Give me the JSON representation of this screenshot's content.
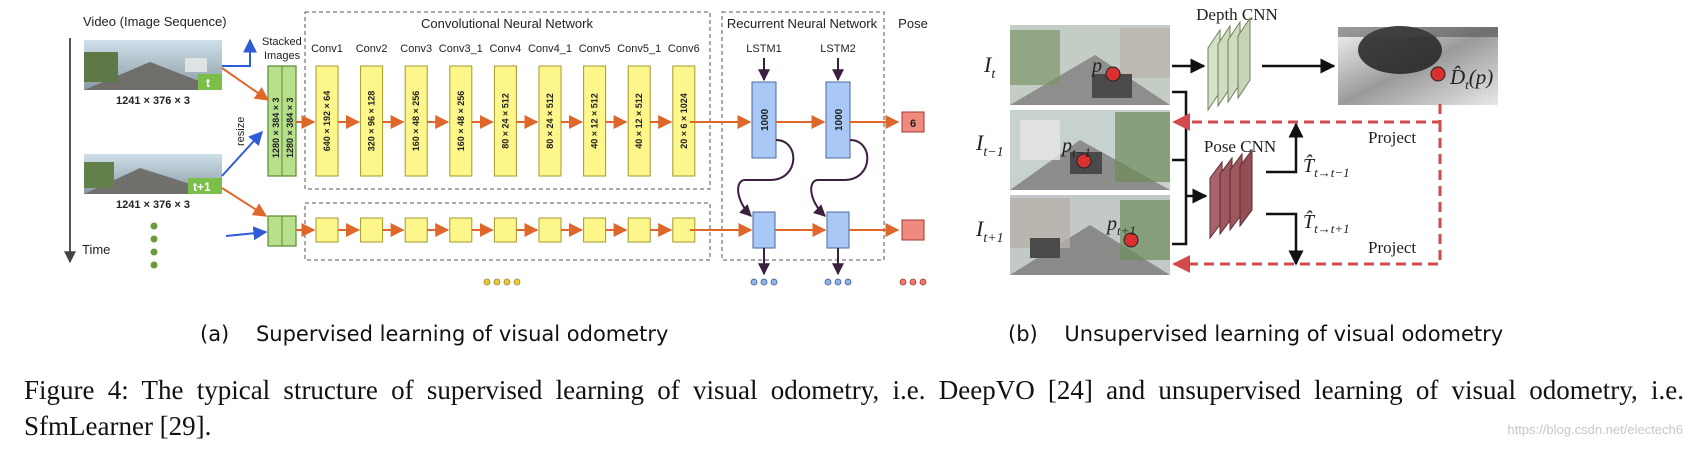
{
  "panel_a": {
    "video_label": "Video (Image Sequence)",
    "frame_labels": [
      "t",
      "t+1"
    ],
    "frame_size": "1241 × 376 × 3",
    "time_label": "Time",
    "resize_label": "resize",
    "stacked_label_line1": "Stacked",
    "stacked_label_line2": "Images",
    "stacked_dims": [
      "1280 × 384 × 3",
      "1280 × 384 × 3"
    ],
    "cnn_title": "Convolutional Neural Network",
    "rnn_title": "Recurrent Neural Network",
    "pose_title": "Pose",
    "conv_layers": [
      {
        "name": "Conv1",
        "dims": "640 × 192 × 64"
      },
      {
        "name": "Conv2",
        "dims": "320 × 96 × 128"
      },
      {
        "name": "Conv3",
        "dims": "160 × 48 × 256"
      },
      {
        "name": "Conv3_1",
        "dims": "160 × 48 × 256"
      },
      {
        "name": "Conv4",
        "dims": "80 × 24 × 512"
      },
      {
        "name": "Conv4_1",
        "dims": "80 × 24 × 512"
      },
      {
        "name": "Conv5",
        "dims": "40 × 12 × 512"
      },
      {
        "name": "Conv5_1",
        "dims": "40 × 12 × 512"
      },
      {
        "name": "Conv6",
        "dims": "20 × 6 × 1024"
      }
    ],
    "lstm": [
      {
        "name": "LSTM1",
        "units": "1000"
      },
      {
        "name": "LSTM2",
        "units": "1000"
      }
    ],
    "pose_value": "6",
    "caption": "(a)    Supervised learning of visual odometry"
  },
  "panel_b": {
    "depth_cnn": "Depth CNN",
    "pose_cnn": "Pose CNN",
    "project_label": "Project",
    "row_labels": [
      {
        "base": "I",
        "sub": "t"
      },
      {
        "base": "I",
        "sub": "t−1"
      },
      {
        "base": "I",
        "sub": "t+1"
      }
    ],
    "point_labels": [
      {
        "base": "p",
        "sub": ""
      },
      {
        "base": "p",
        "sub": "t−1"
      },
      {
        "base": "p",
        "sub": "t+1"
      }
    ],
    "depth_output": "D̂",
    "depth_output_arg": "(p)",
    "depth_output_sub": "t",
    "pose_outputs": [
      {
        "base": "T̂",
        "sub": "t→t−1"
      },
      {
        "base": "T̂",
        "sub": "t→t+1"
      }
    ],
    "caption": "(b)    Unsupervised learning of visual odometry"
  },
  "figure_caption": "Figure 4: The typical structure of supervised learning of visual odometry, i.e. DeepVO [24] and unsupervised learning of visual odometry, i.e. SfmLearner [29].",
  "watermark": "https://blog.csdn.net/electech6",
  "colors": {
    "conv_fill": "#fdf68a",
    "lstm_fill": "#a9c8f5",
    "stack_fill": "#b6e08c",
    "pose_fill": "#f18a7e",
    "arrow_orange": "#e0672a",
    "arrow_blue": "#2f5bd8",
    "dashed_red": "#d24a4a",
    "dark_arrow": "#3a1f3f"
  },
  "icons": [
    "road-photo-thumbnail",
    "street-photo-thumbnail",
    "depth-map-image"
  ]
}
